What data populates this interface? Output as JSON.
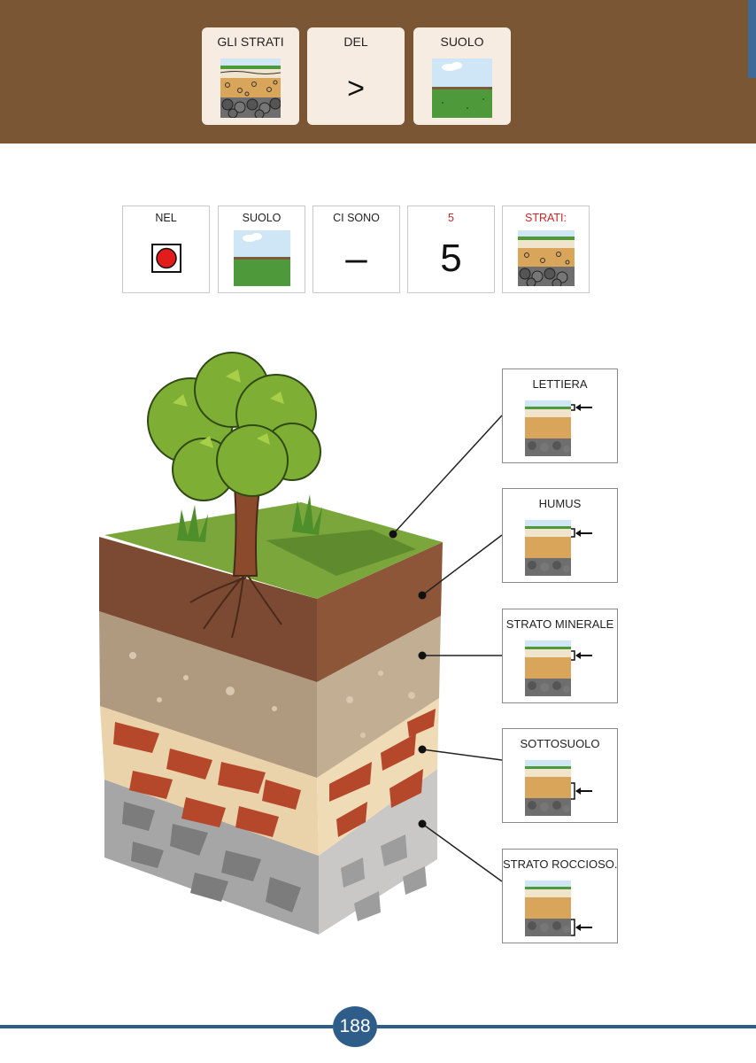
{
  "header": {
    "cards": [
      {
        "label": "GLI STRATI",
        "icon": "soil-layers-icon"
      },
      {
        "label": "DEL",
        "glyph": ">"
      },
      {
        "label": "SUOLO",
        "icon": "ground-landscape-icon"
      }
    ]
  },
  "sentence": {
    "cards": [
      {
        "label": "NEL",
        "icon": "inside-target-icon"
      },
      {
        "label": "SUOLO",
        "icon": "ground-landscape-icon"
      },
      {
        "label": "CI SONO",
        "glyph": "–"
      },
      {
        "label": "5",
        "glyph": "5"
      },
      {
        "label": "STRATI:",
        "icon": "soil-layers-icon"
      }
    ]
  },
  "layers": [
    {
      "label": "LETTIERA",
      "icon": "layer-arrow-icon"
    },
    {
      "label": "HUMUS",
      "icon": "layer-arrow-icon"
    },
    {
      "label": "STRATO MINERALE",
      "icon": "layer-arrow-icon"
    },
    {
      "label": "SOTTOSUOLO",
      "icon": "layer-arrow-icon"
    },
    {
      "label": "STRATO ROCCIOSO.",
      "icon": "layer-arrow-icon"
    }
  ],
  "footer": {
    "page_number": "188"
  },
  "colors": {
    "header_bg": "#7a5634",
    "card_bg": "#f6ece1",
    "accent_blue": "#2f5d8a",
    "red_label": "#c62828"
  }
}
